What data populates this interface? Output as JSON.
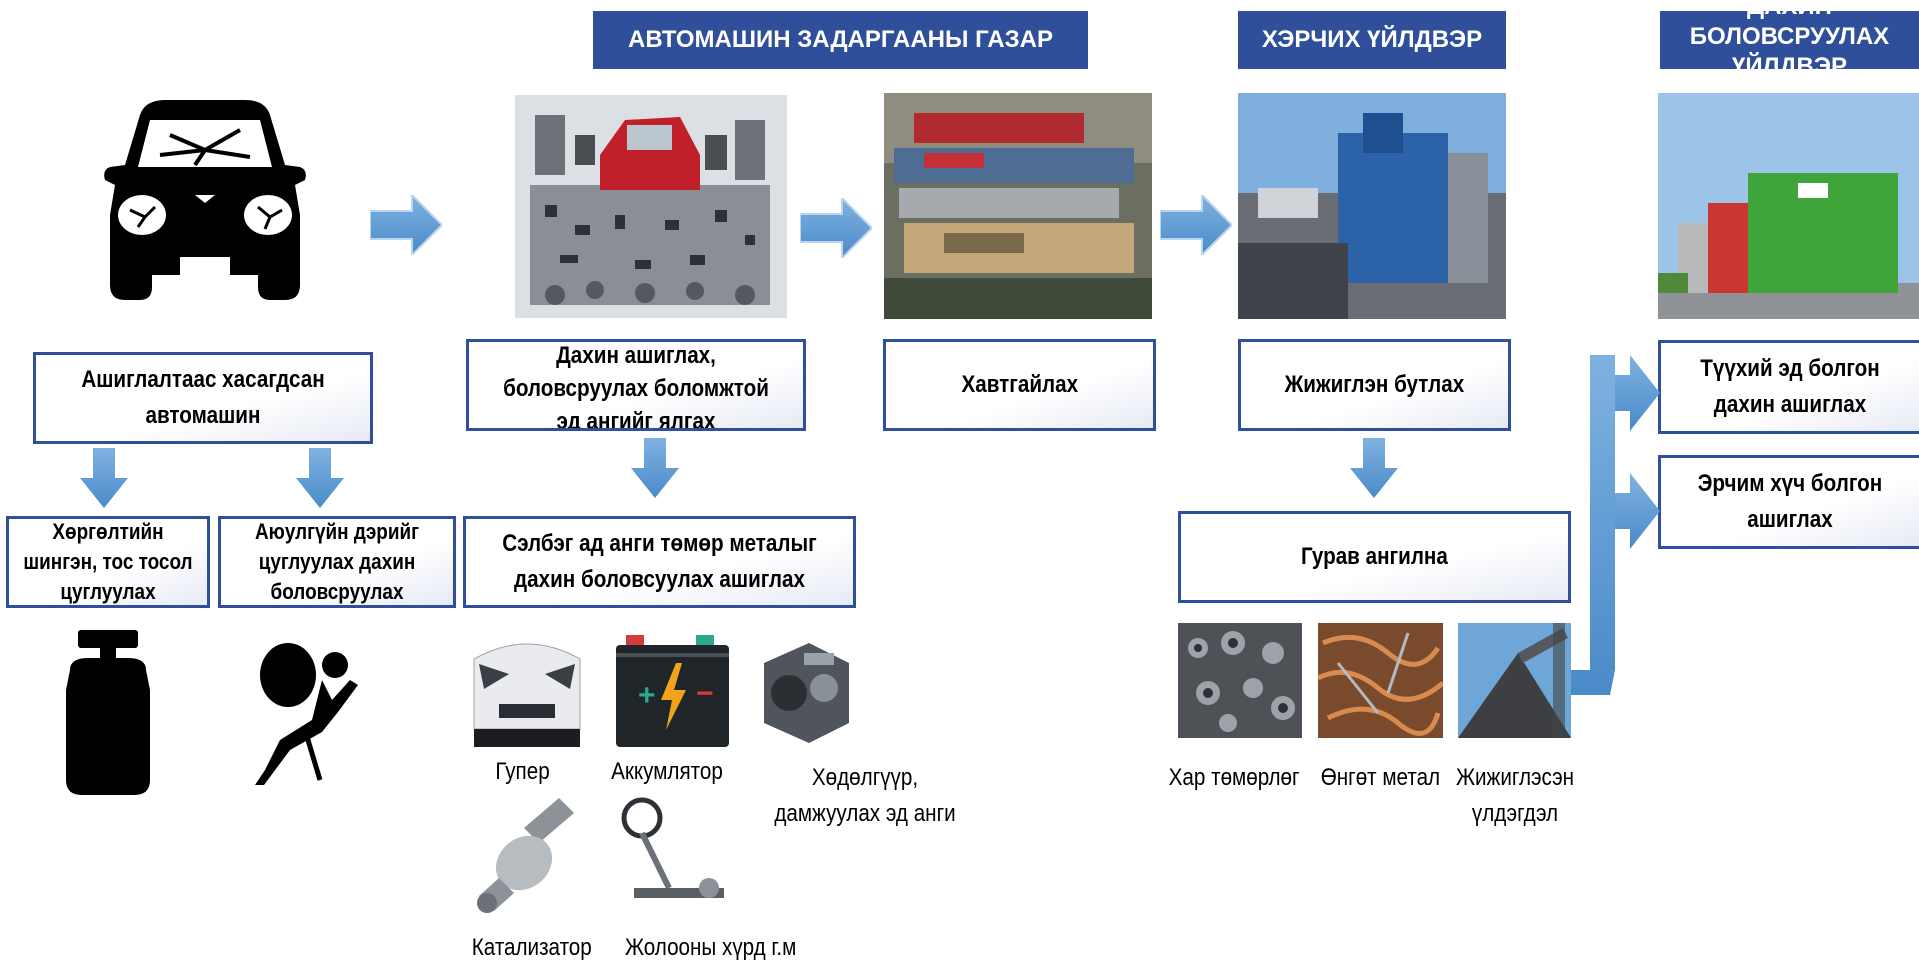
{
  "headers": {
    "dismantling": "АВТОМАШИН ЗАДАРГААНЫ ГАЗАР",
    "shredder": "ХЭРЧИХ ҮЙЛДВЭР",
    "recycling": "ДАХИН БОЛОВСРУУЛАХ ҮЙЛДВЭР"
  },
  "boxes": {
    "end_of_life_vehicle": "Ашиглалтаас хасагдсан автомашин",
    "dismantle_reusable": "Дахин ашиглах, боловсруулах боломжтой эд ангийг ялгах",
    "flatten": "Хавтгайлах",
    "shred": "Жижиглэн бутлах",
    "coolant_collection": "Хөргөлтийн шингэн, тос тосол цуглуулах",
    "airbag_collection": "Аюулгүйн дэрийг цуглуулах дахин боловсруулах",
    "spare_parts_recycling": "Сэлбэг ад анги төмөр металыг дахин боловсуулах ашиглах",
    "three_categories": "Гурав ангилна",
    "raw_material_reuse": "Түүхий эд болгон дахин ашиглах",
    "energy_use": "Эрчим хүч болгон ашиглах"
  },
  "captions": {
    "bumper": "Гупер",
    "battery": "Аккумлятор",
    "engine": "Хөдөлгүүр, дамжуулах эд анги",
    "catalyst": "Катализатор",
    "steering": "Жолооны хүрд г.м",
    "ferrous": "Хар төмөрлөг",
    "nonferrous": "Өнгөт метал",
    "shredded_residue": "Жижиглэсэн үлдэгдэл"
  },
  "colors": {
    "header_bg": "#2f4f9a",
    "box_border": "#2f4f9a",
    "arrow": "#5b9bd5"
  },
  "icons": [
    "car-icon",
    "gas-cylinder-icon",
    "airbag-icon",
    "battery-icon"
  ]
}
